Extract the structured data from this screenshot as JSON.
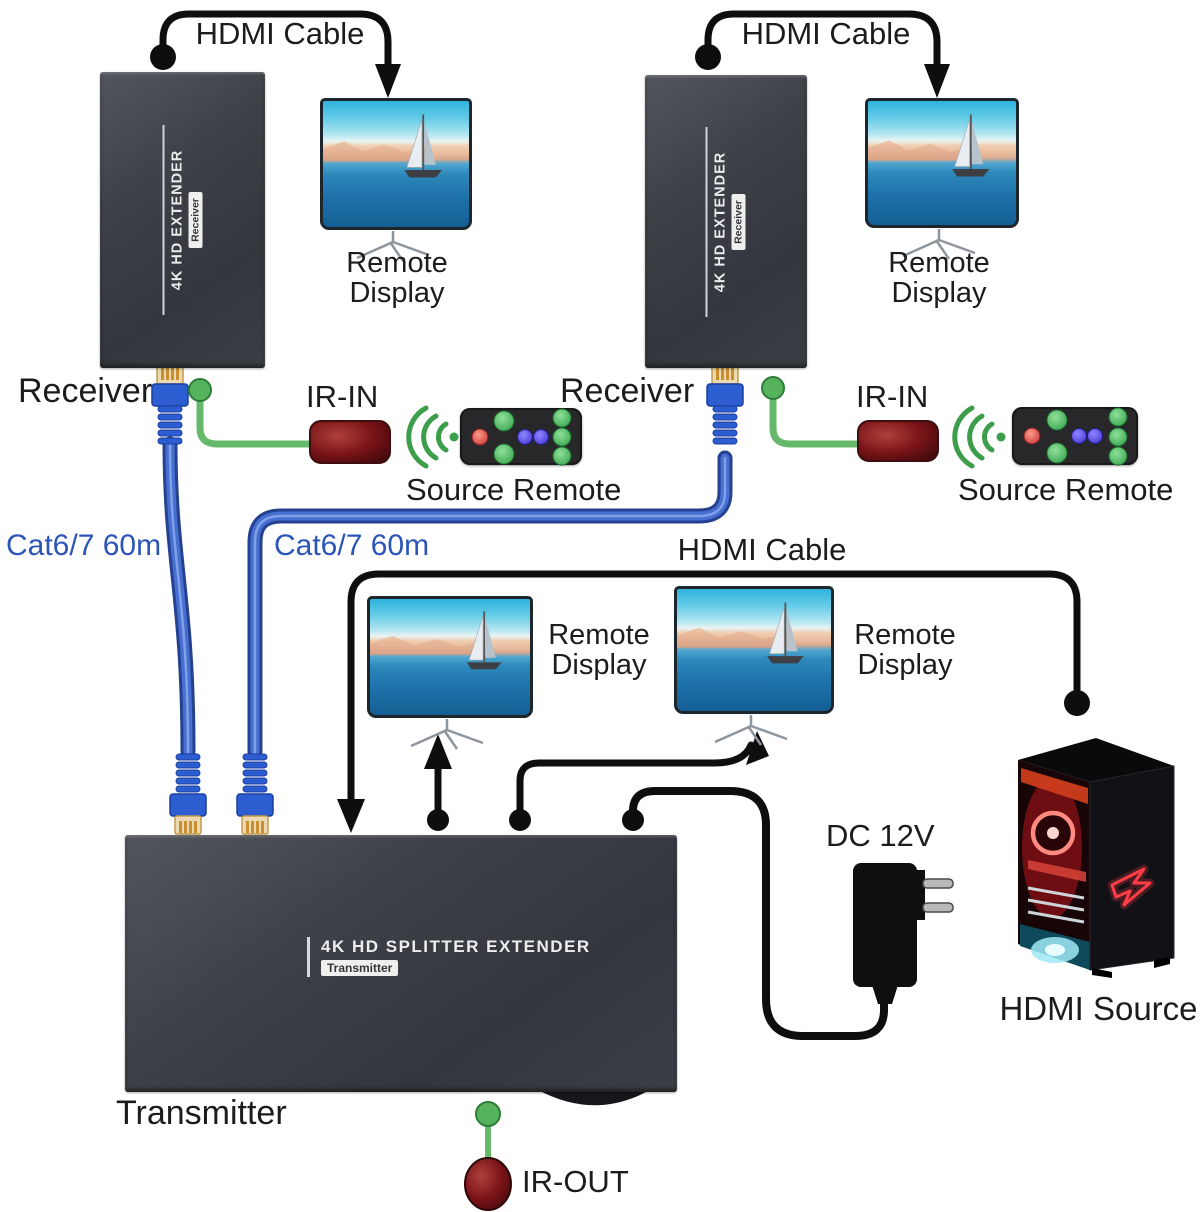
{
  "labels": {
    "hdmi_cable": "HDMI Cable",
    "remote_display_line1": "Remote",
    "remote_display_line2": "Display",
    "receiver": "Receiver",
    "ir_in": "IR-IN",
    "source_remote": "Source Remote",
    "cat67_60m": "Cat6/7 60m",
    "transmitter": "Transmitter",
    "ir_out": "IR-OUT",
    "dc_12v": "DC 12V",
    "hdmi_source": "HDMI Source"
  },
  "devices": {
    "receiver_unit": {
      "title": "4K HD EXTENDER",
      "badge": "Receiver"
    },
    "transmitter_unit": {
      "title": "4K HD SPLITTER EXTENDER",
      "badge": "Transmitter"
    }
  },
  "colors": {
    "label_text": "#1c1c1c",
    "cat_label_blue": "#2b55b8",
    "cable_blue": "#476fd0",
    "cable_blue_dark": "#24428f",
    "ir_green": "#56b35d",
    "ir_green_cable": "#66b86a",
    "ir_maroon": "#7c181d",
    "device_gray": "#3a3d43",
    "arrow_black": "#0e0e0e"
  }
}
